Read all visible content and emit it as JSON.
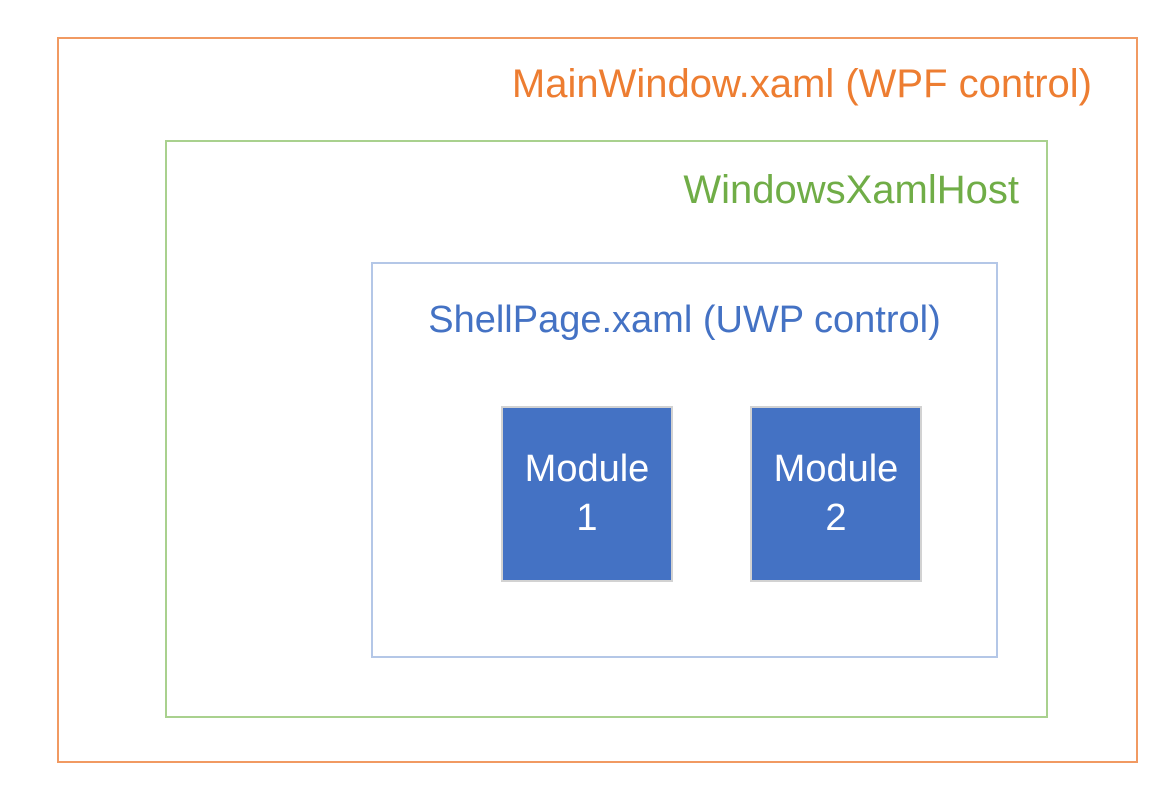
{
  "diagram": {
    "outer": {
      "label": "MainWindow.xaml (WPF control)"
    },
    "host": {
      "label": "WindowsXamlHost"
    },
    "shell": {
      "label": "ShellPage.xaml (UWP control)"
    },
    "modules": [
      {
        "line1": "Module",
        "line2": "1"
      },
      {
        "line1": "Module",
        "line2": "2"
      }
    ]
  },
  "colors": {
    "background": "#FFFFFF",
    "orange-text": "#ED7D31",
    "orange-border": "#F19A62",
    "green-text": "#70AD47",
    "green-border": "#A9D18E",
    "blue-text": "#4472C4",
    "blue-border": "#B4C7E7",
    "module-fill": "#4472C4",
    "module-border": "#D2D2D2",
    "module-text": "#FFFFFF"
  }
}
